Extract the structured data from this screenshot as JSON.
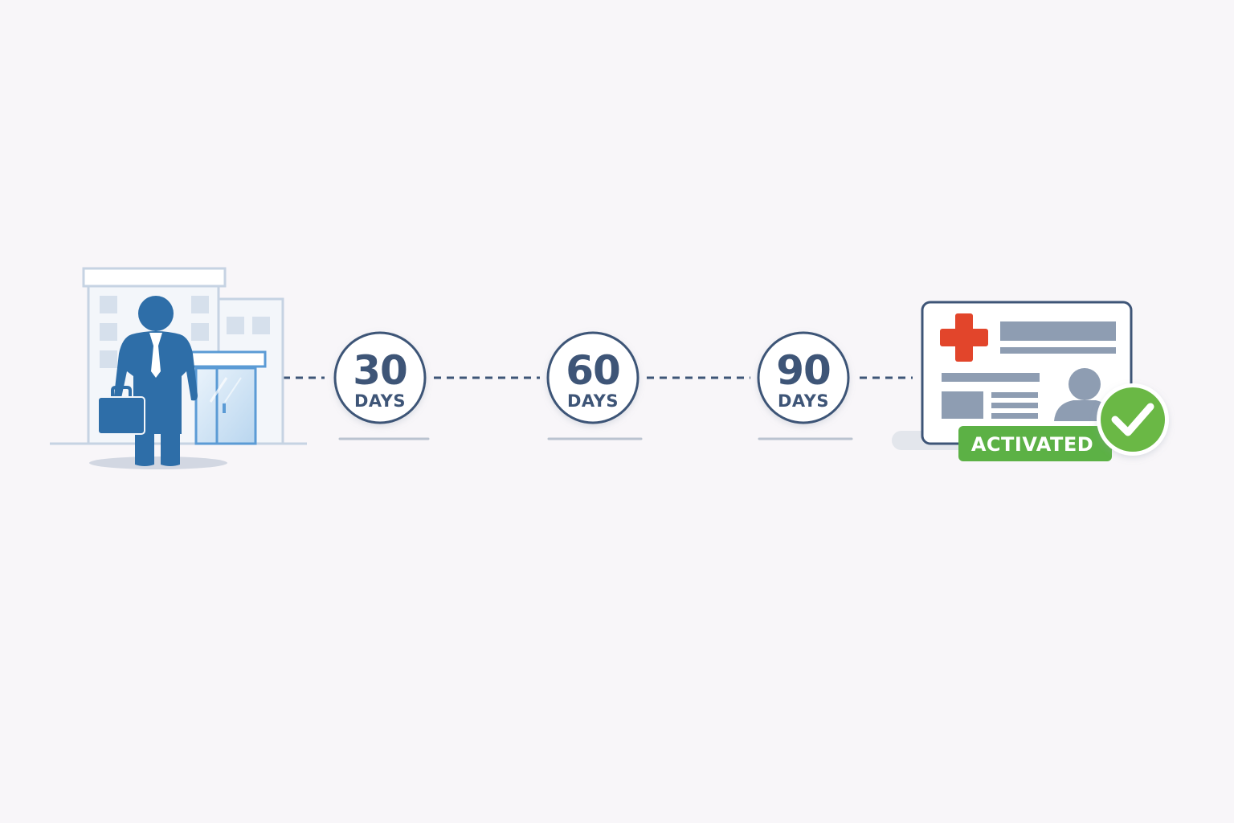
{
  "diagram": {
    "milestones": [
      {
        "number": "30",
        "unit": "DAYS"
      },
      {
        "number": "60",
        "unit": "DAYS"
      },
      {
        "number": "90",
        "unit": "DAYS"
      }
    ],
    "card": {
      "badge_label": "ACTIVATED"
    },
    "icons": {
      "start": "employee-at-building-icon",
      "end": "health-insurance-card-icon",
      "cross": "medical-cross-icon",
      "check": "checkmark-icon"
    },
    "colors": {
      "background": "#f8f6f9",
      "navy": "#3e5577",
      "person_blue": "#2e6ea8",
      "building_outline": "#c6d3e3",
      "building_accent": "#5b9bd5",
      "card_gray": "#8e9db2",
      "medical_red": "#e2452b",
      "activated_green": "#5cb145",
      "check_green": "#6ab845"
    }
  }
}
